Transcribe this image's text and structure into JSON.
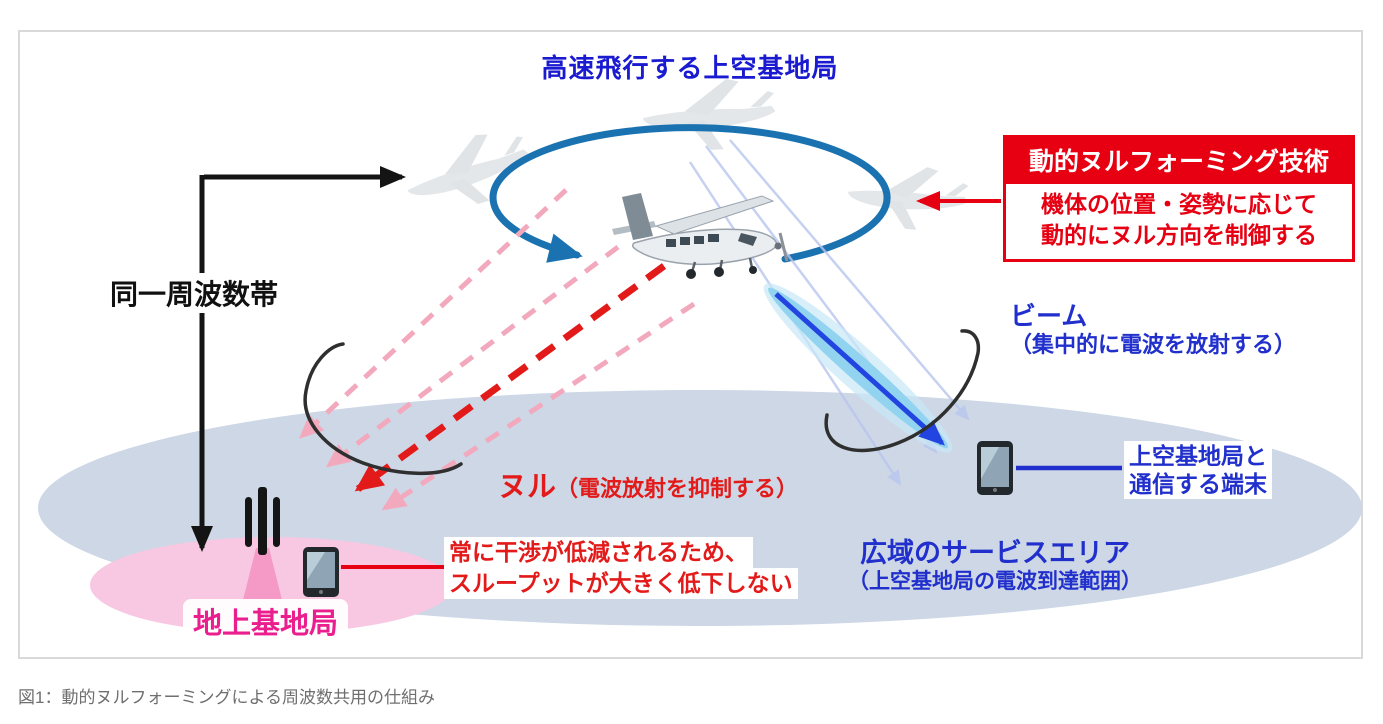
{
  "figure": {
    "title": "高速飛行する上空基地局",
    "caption": "図1：動的ヌルフォーミングによる周波数共用の仕組み",
    "tech_box": {
      "heading": "動的ヌルフォーミング技術",
      "body_line1": "機体の位置・姿勢に応じて",
      "body_line2": "動的にヌル方向を制御する"
    },
    "labels": {
      "same_frequency": "同一周波数帯",
      "beam_title": "ビーム",
      "beam_sub": "（集中的に電波を放射する）",
      "null_title": "ヌル",
      "null_sub": "（電波放射を抑制する）",
      "terminal_line1": "上空基地局と",
      "terminal_line2": "通信する端末",
      "service_area_line1": "広域のサービスエリア",
      "service_area_line2": "（上空基地局の電波到達範囲）",
      "ground_station": "地上基地局",
      "throughput_line1": "常に干渉が低減されるため、",
      "throughput_line2": "スループットが大きく低下しない"
    },
    "icons": {
      "main_aircraft": "small-propeller-aircraft-icon",
      "ghost_aircraft": "faded-aircraft-position-icon",
      "circling_route": "circular-flight-route-arrow-icon",
      "ground_antenna": "base-station-antenna-icon",
      "smartphone": "smartphone-icon"
    },
    "colors": {
      "title_blue": "#1a1ad1",
      "label_blue": "#2130cc",
      "box_red": "#e60012",
      "null_red": "#e31a1a",
      "null_pink": "#f3a9bd",
      "ground_magenta": "#ea1e8c",
      "service_area_fill": "#cdd7e5",
      "ground_area_fill": "#f8c8e3",
      "route_blue": "#1b72b0",
      "beam_fill": "#92d4f0",
      "caption_gray": "#6f6f6f"
    }
  }
}
